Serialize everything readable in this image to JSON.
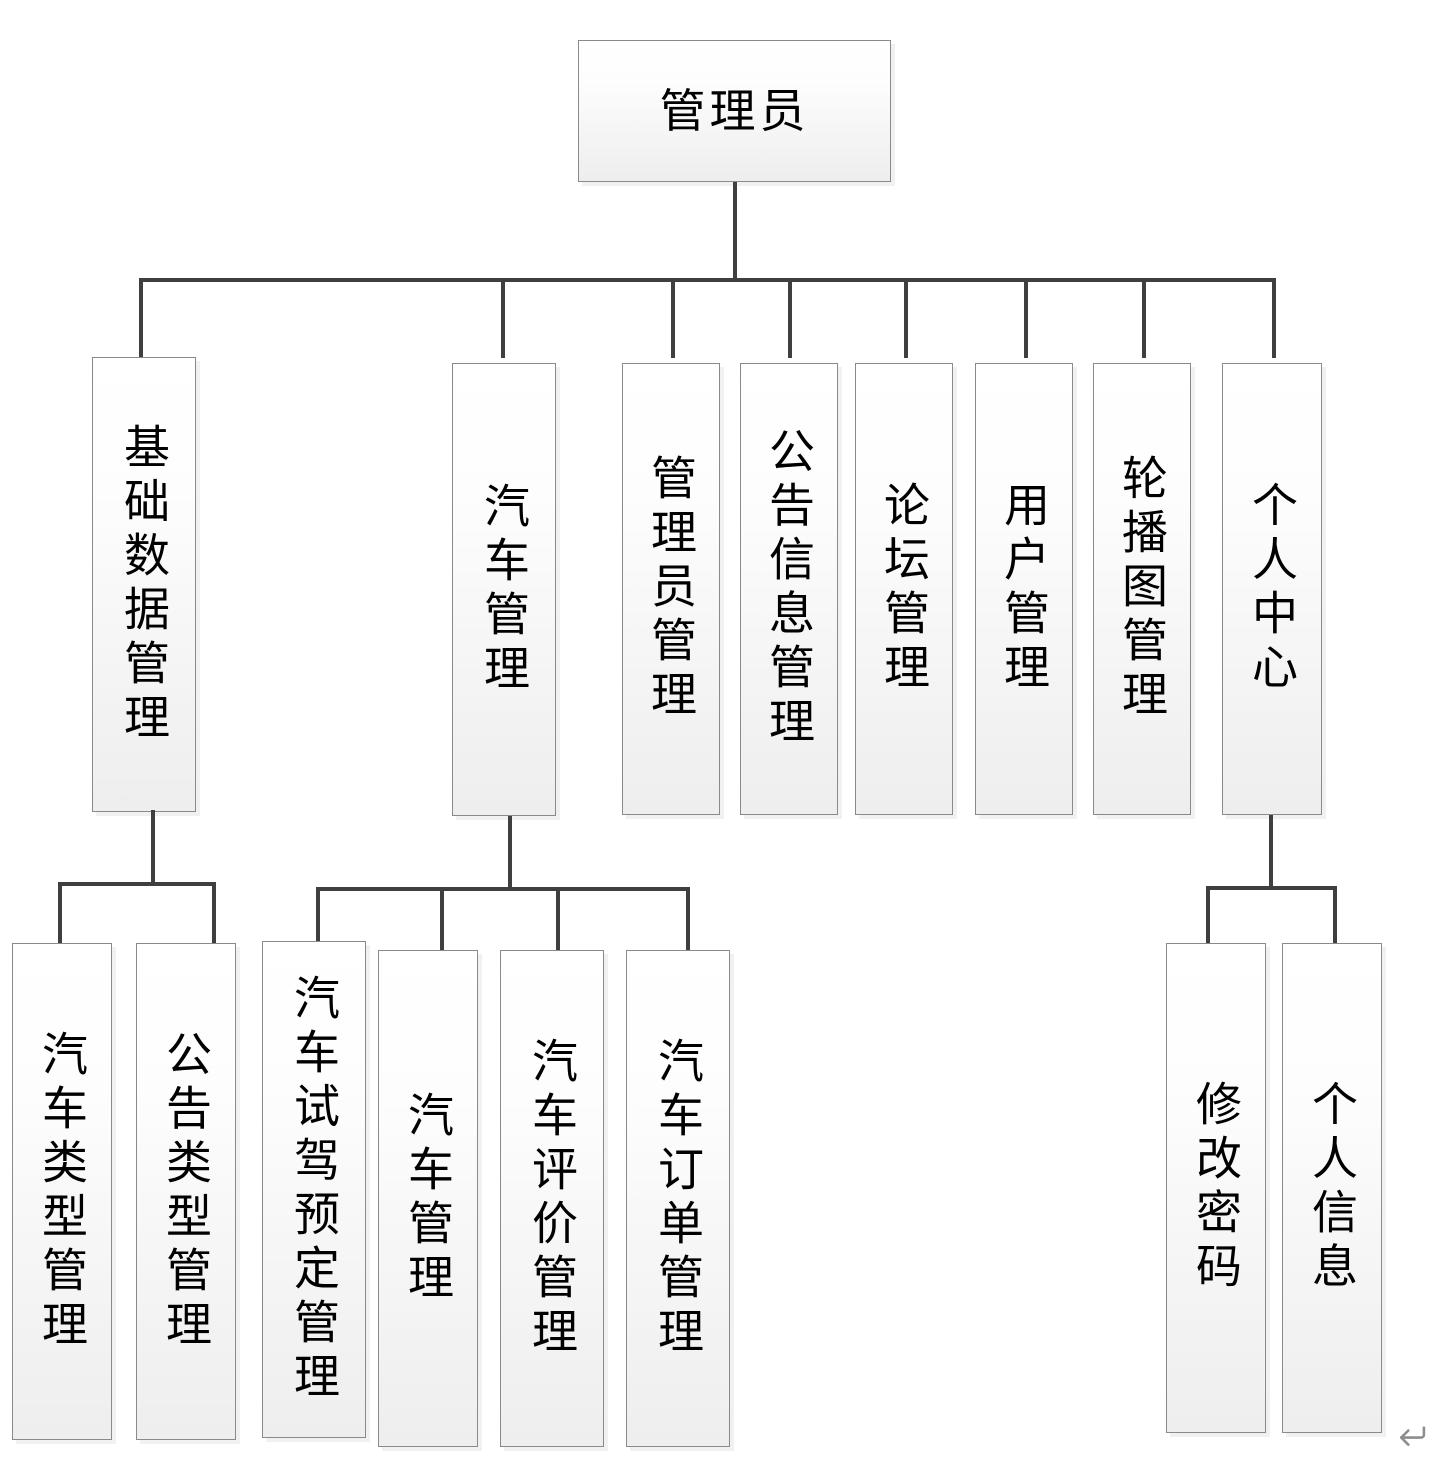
{
  "diagram": {
    "type": "organization-tree",
    "title_text": "管理员",
    "return_symbol": "↵",
    "colors": {
      "box_border": "#8a8a8a",
      "box_fill_top": "#ffffff",
      "box_fill_bottom": "#eeeeee",
      "connector": "#3f3f3f",
      "text": "#000000",
      "return_symbol": "#8d8d8d",
      "background": "#ffffff"
    },
    "root": {
      "label": "管理员",
      "name": "node-admin-root"
    },
    "level2": [
      {
        "label": "基础数据管理",
        "name": "node-basic-data-management"
      },
      {
        "label": "汽车管理",
        "name": "node-car-management"
      },
      {
        "label": "管理员管理",
        "name": "node-administrator-management"
      },
      {
        "label": "公告信息管理",
        "name": "node-announcement-info-management"
      },
      {
        "label": "论坛管理",
        "name": "node-forum-management"
      },
      {
        "label": "用户管理",
        "name": "node-user-management"
      },
      {
        "label": "轮播图管理",
        "name": "node-carousel-management"
      },
      {
        "label": "个人中心",
        "name": "node-personal-center"
      }
    ],
    "level3_basic_data": [
      {
        "label": "汽车类型管理",
        "name": "node-car-type-management"
      },
      {
        "label": "公告类型管理",
        "name": "node-announcement-type-management"
      }
    ],
    "level3_car": [
      {
        "label": "汽车试驾预定管理",
        "name": "node-car-testdrive-booking-management"
      },
      {
        "label": "汽车管理",
        "name": "node-car-management-sub"
      },
      {
        "label": "汽车评价管理",
        "name": "node-car-review-management"
      },
      {
        "label": "汽车订单管理",
        "name": "node-car-order-management"
      }
    ],
    "level3_personal": [
      {
        "label": "修改密码",
        "name": "node-change-password"
      },
      {
        "label": "个人信息",
        "name": "node-personal-info"
      }
    ]
  }
}
